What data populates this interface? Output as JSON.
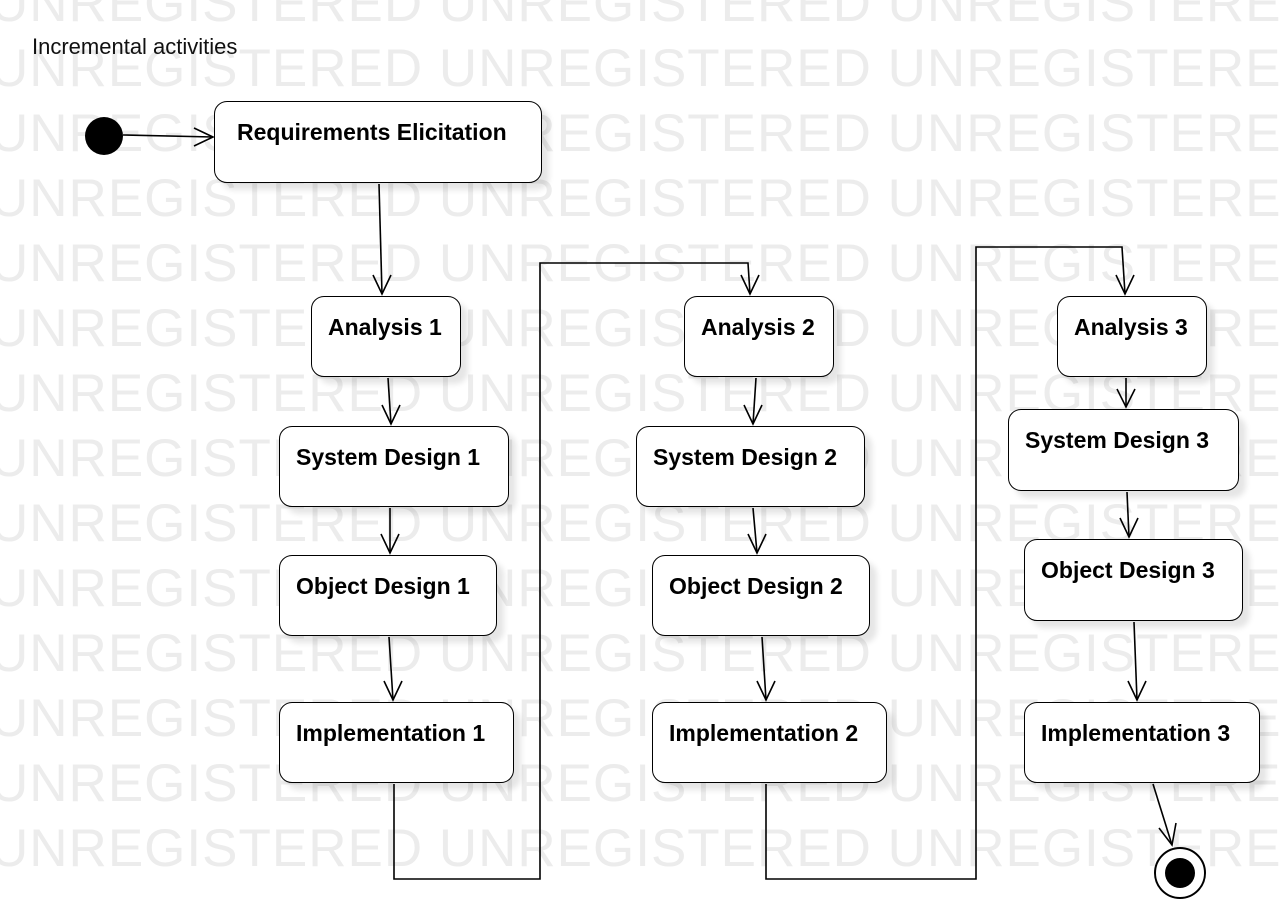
{
  "title": "Incremental activities",
  "watermark_text": "UNREGISTERED",
  "colors": {
    "line": "#000000",
    "node_fill": "#ffffff",
    "watermark": "#ececec"
  },
  "nodes": {
    "requirements": "Requirements Elicitation",
    "analysis_1": "Analysis 1",
    "system_design_1": "System Design 1",
    "object_design_1": "Object Design 1",
    "implementation_1": "Implementation 1",
    "analysis_2": "Analysis 2",
    "system_design_2": "System Design 2",
    "object_design_2": "Object Design 2",
    "implementation_2": "Implementation 2",
    "analysis_3": "Analysis 3",
    "system_design_3": "System Design 3",
    "object_design_3": "Object Design 3",
    "implementation_3": "Implementation 3"
  },
  "flows": [
    [
      "initial",
      "requirements"
    ],
    [
      "requirements",
      "analysis_1"
    ],
    [
      "analysis_1",
      "system_design_1"
    ],
    [
      "system_design_1",
      "object_design_1"
    ],
    [
      "object_design_1",
      "implementation_1"
    ],
    [
      "implementation_1",
      "analysis_2"
    ],
    [
      "analysis_2",
      "system_design_2"
    ],
    [
      "system_design_2",
      "object_design_2"
    ],
    [
      "object_design_2",
      "implementation_2"
    ],
    [
      "implementation_2",
      "analysis_3"
    ],
    [
      "analysis_3",
      "system_design_3"
    ],
    [
      "system_design_3",
      "object_design_3"
    ],
    [
      "object_design_3",
      "implementation_3"
    ],
    [
      "implementation_3",
      "final"
    ]
  ]
}
